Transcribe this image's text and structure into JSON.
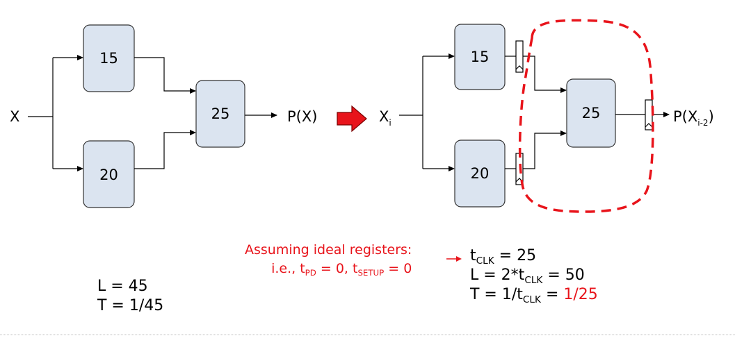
{
  "left": {
    "input": "X",
    "output": "P(X)",
    "blocks": [
      "15",
      "20",
      "25"
    ],
    "latency": "L = 45",
    "throughput": "T = 1/45"
  },
  "right": {
    "input_base": "X",
    "input_sub": "i",
    "output_base": "P(X",
    "output_sub": "i-2",
    "output_close": ")",
    "blocks": [
      "15",
      "20",
      "25"
    ]
  },
  "assumption": {
    "line1": "Assuming ideal registers:",
    "ie": "i.e., t",
    "pd_sub": "PD",
    "pd_val": " = 0, t",
    "setup_sub": "SETUP",
    "setup_val": " = 0"
  },
  "results": {
    "t1": "t",
    "clk_sub": "CLK",
    "t1_val": " = 25",
    "l_pre": "L = 2*t",
    "l_val": " = 50",
    "t_pre": "T = 1/t",
    "t_mid": " = ",
    "t_hl": "1/25"
  },
  "colors": {
    "accent": "#e8141b",
    "block_fill": "#dbe4f0"
  }
}
